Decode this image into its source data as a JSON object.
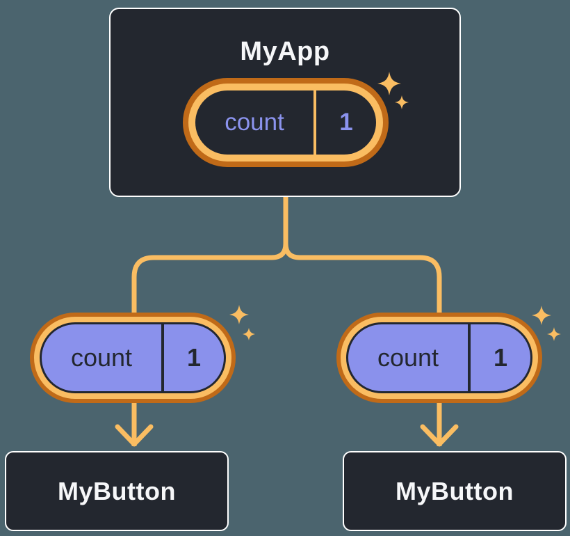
{
  "root_component": {
    "name": "MyApp",
    "state_pill": {
      "label": "count",
      "value": "1"
    }
  },
  "child_components": [
    {
      "name": "MyButton",
      "prop_pill": {
        "label": "count",
        "value": "1"
      }
    },
    {
      "name": "MyButton",
      "prop_pill": {
        "label": "count",
        "value": "1"
      }
    }
  ],
  "colors": {
    "background": "#4B646E",
    "panel_fill": "#23272F",
    "panel_border": "#FFFFFF",
    "accent_light_orange": "#FABD62",
    "accent_dark_orange": "#C06A18",
    "pill_fill_periwinkle": "#8A91EC",
    "state_text_lavender": "#8B93EE",
    "text_light": "#F6F7F9",
    "text_dark": "#23272F"
  },
  "icons": {
    "sparkle": "sparkle-icon",
    "arrow": "arrow-down-icon"
  }
}
